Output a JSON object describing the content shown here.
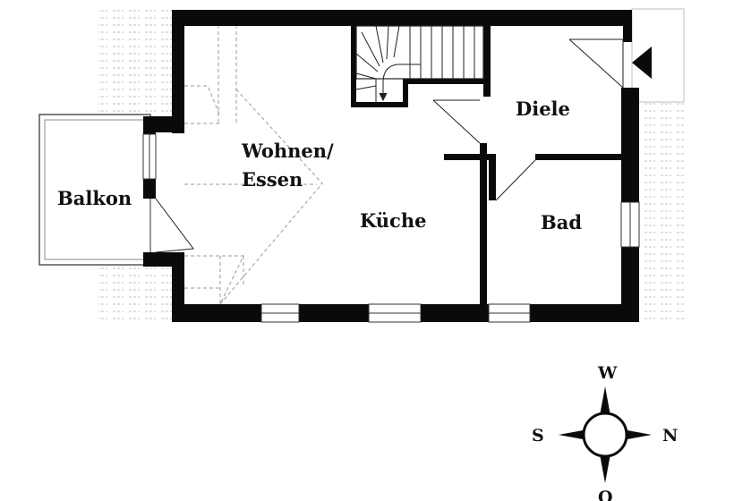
{
  "rooms": {
    "wohnen_line1": "Wohnen/",
    "wohnen_line2": "Essen",
    "kueche": "Küche",
    "diele": "Diele",
    "bad": "Bad",
    "balkon": "Balkon"
  },
  "compass": {
    "top": "W",
    "bottom": "O",
    "left": "S",
    "right": "N"
  },
  "colors": {
    "wall": "#0a0a0a",
    "dashed": "#999999",
    "hatch": "#bdbdbd",
    "background": "#ffffff"
  }
}
